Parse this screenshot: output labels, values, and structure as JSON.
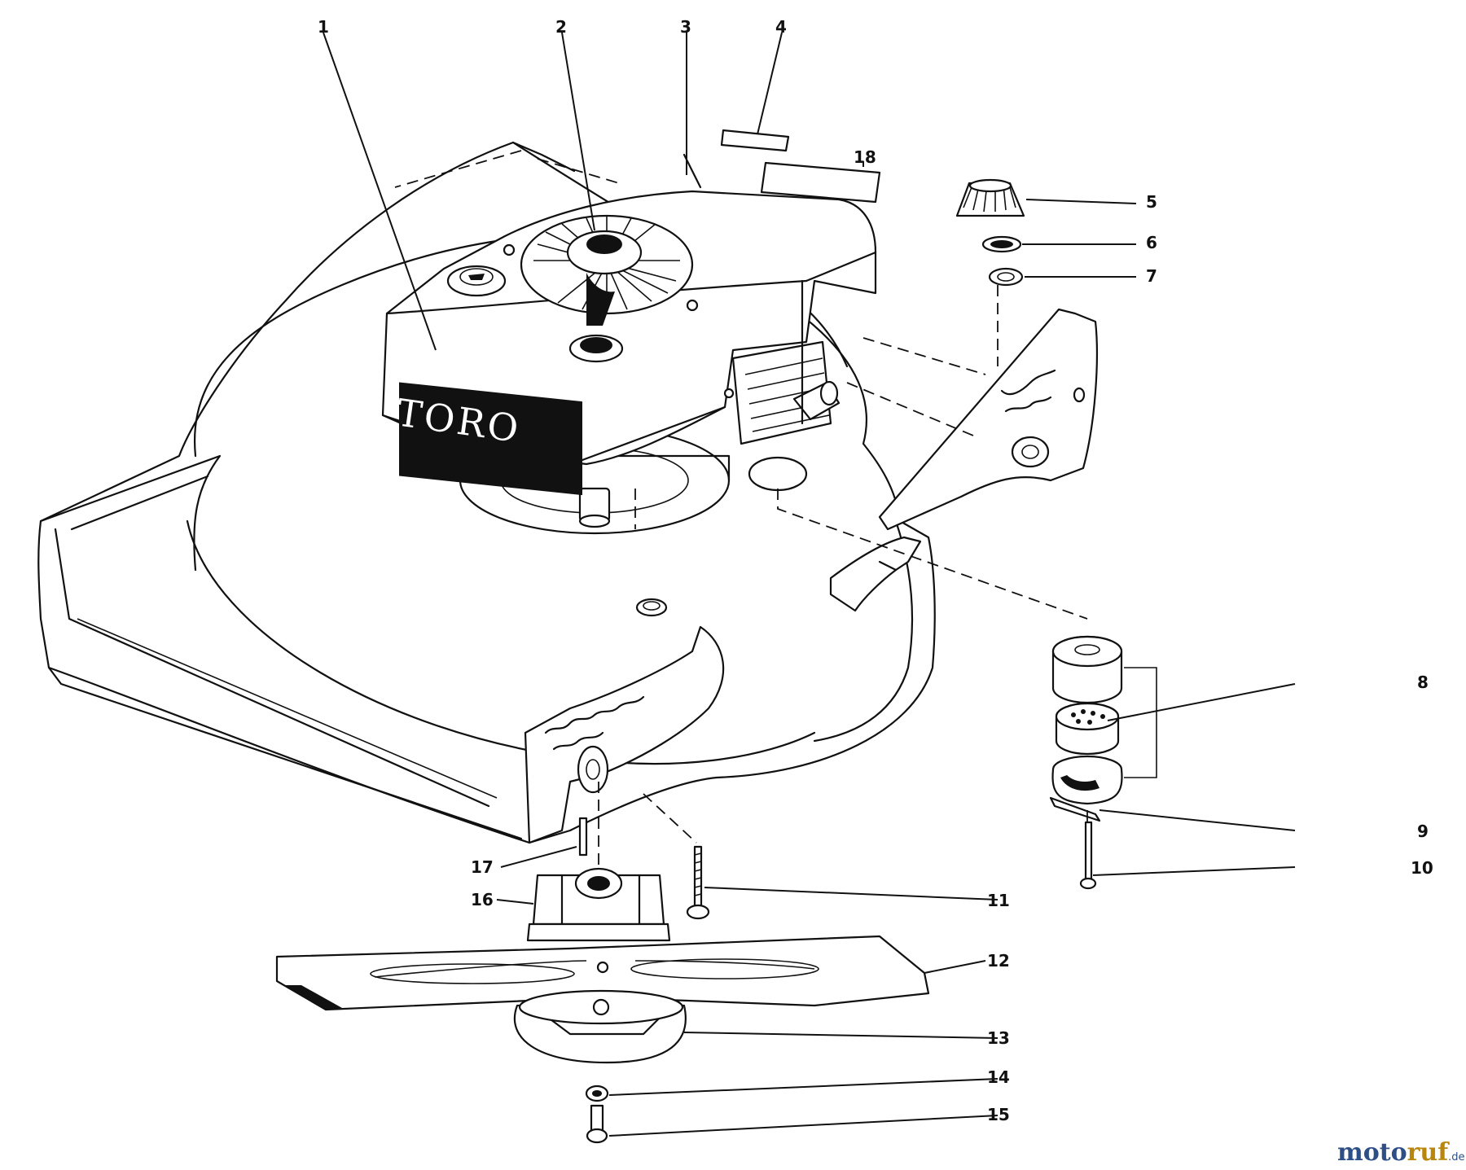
{
  "labels": {
    "p1": "1",
    "p2": "2",
    "p3": "3",
    "p4": "4",
    "p5": "5",
    "p6": "6",
    "p7": "7",
    "p8": "8",
    "p9": "9",
    "p10": "10",
    "p11": "11",
    "p12": "12",
    "p13": "13",
    "p14": "14",
    "p15": "15",
    "p16": "16",
    "p17": "17",
    "p18": "18"
  },
  "engine_brand": "TORO",
  "watermark": {
    "part1": "moto",
    "part2": "ruf",
    "suffix": ".de"
  }
}
